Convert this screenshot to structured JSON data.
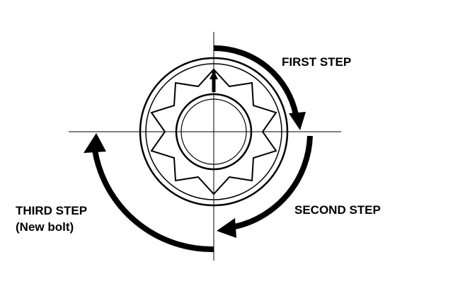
{
  "labels": {
    "first_step": "FIRST STEP",
    "second_step": "SECOND STEP",
    "third_step": "THIRD STEP",
    "third_step_note": "(New bolt)"
  },
  "colors": {
    "ink": "#000000",
    "background": "#ffffff"
  }
}
